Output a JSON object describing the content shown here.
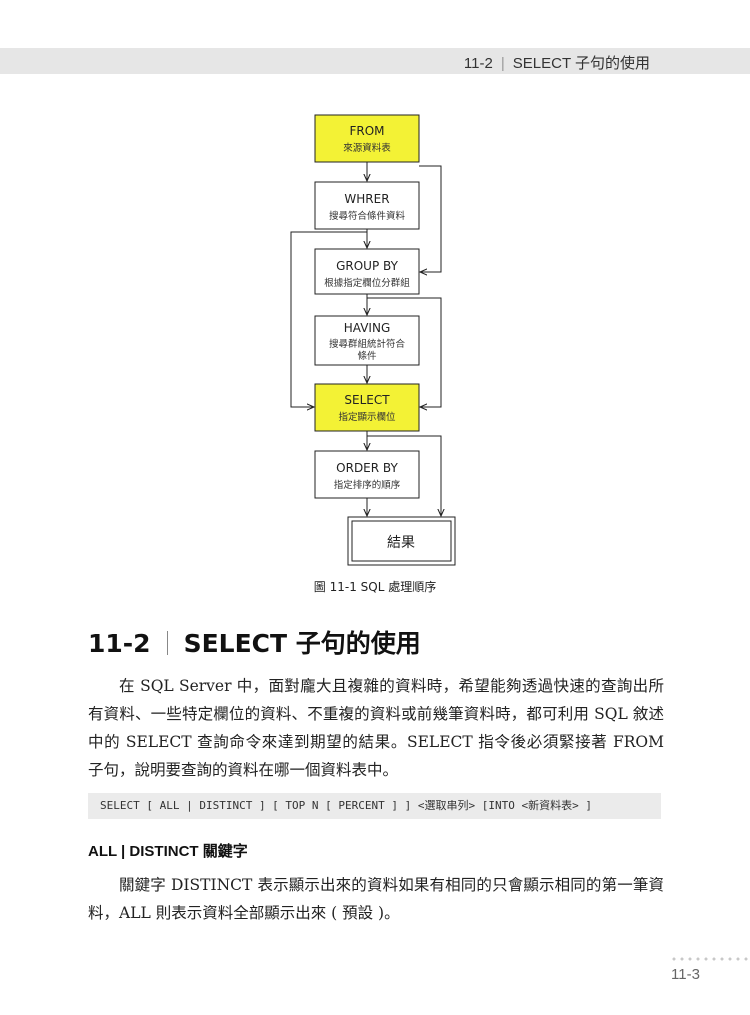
{
  "header": {
    "section": "11-2",
    "title": "SELECT 子句的使用"
  },
  "flowchart": {
    "boxes": [
      {
        "title": "FROM",
        "subtitle": "來源資料表"
      },
      {
        "title": "WHRER",
        "subtitle": "搜尋符合條件資料"
      },
      {
        "title": "GROUP BY",
        "subtitle": "根據指定欄位分群組"
      },
      {
        "title": "HAVING",
        "subtitle": "搜尋群組統計符合",
        "subtitle2": "條件"
      },
      {
        "title": "SELECT",
        "subtitle": "指定顯示欄位"
      },
      {
        "title": "ORDER BY",
        "subtitle": "指定排序的順序"
      }
    ],
    "result": "結果",
    "highlight_color": "#f3f235"
  },
  "figure_caption": "圖 11-1  SQL 處理順序",
  "section": {
    "number": "11-2",
    "title": "SELECT 子句的使用"
  },
  "paragraph1": "在 SQL Server 中，面對龐大且複雜的資料時，希望能夠透過快速的查詢出所有資料、一些特定欄位的資料、不重複的資料或前幾筆資料時，都可利用 SQL 敘述中的 SELECT 查詢命令來達到期望的結果。SELECT 指令後必須緊接著 FROM 子句，說明要查詢的資料在哪一個資料表中。",
  "code": "SELECT [ ALL | DISTINCT ] [ TOP N [ PERCENT ] ] <選取串列> [INTO <新資料表> ]",
  "subheading": "ALL | DISTINCT 關鍵字",
  "paragraph2": "關鍵字 DISTINCT 表示顯示出來的資料如果有相同的只會顯示相同的第一筆資料，ALL 則表示資料全部顯示出來 ( 預設 )。",
  "page_number": "11-3"
}
